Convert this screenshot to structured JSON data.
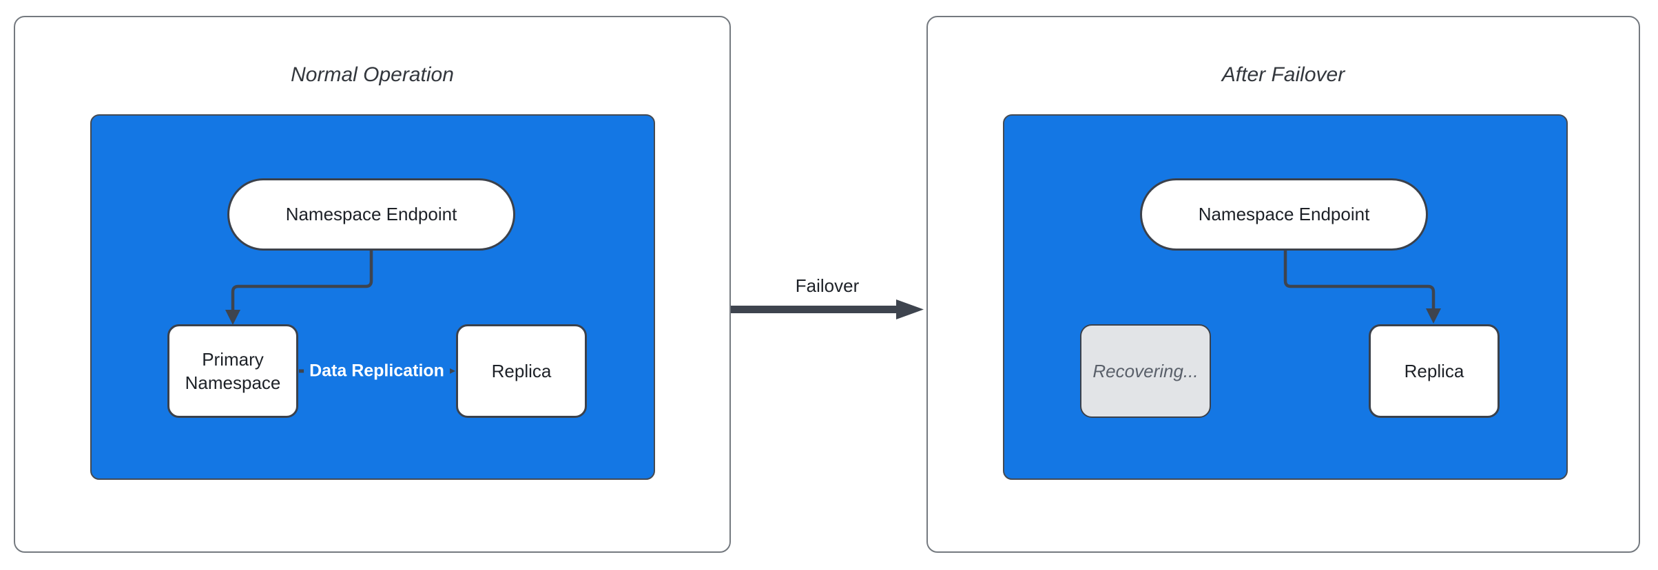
{
  "panels": [
    {
      "title": "Normal Operation",
      "container": {
        "endpoint_label": "Namespace Endpoint",
        "left_node_label": "Primary Namespace",
        "right_node_label": "Replica",
        "edge_label": "Data Replication"
      }
    },
    {
      "title": "After Failover",
      "container": {
        "endpoint_label": "Namespace Endpoint",
        "left_node_label": "Recovering...",
        "right_node_label": "Replica"
      }
    }
  ],
  "failover": {
    "label": "Failover"
  },
  "colors": {
    "container_blue": "#1477e4",
    "node_fill": "#ffffff",
    "node_border": "#3b414b",
    "arrow": "#3e444e",
    "recovering_fill": "#e2e4e7",
    "recovering_text": "#5a606a",
    "panel_border": "#74797f",
    "title_text": "#33373d",
    "node_text": "#1d2127",
    "edge_label_text": "#ffffff"
  }
}
